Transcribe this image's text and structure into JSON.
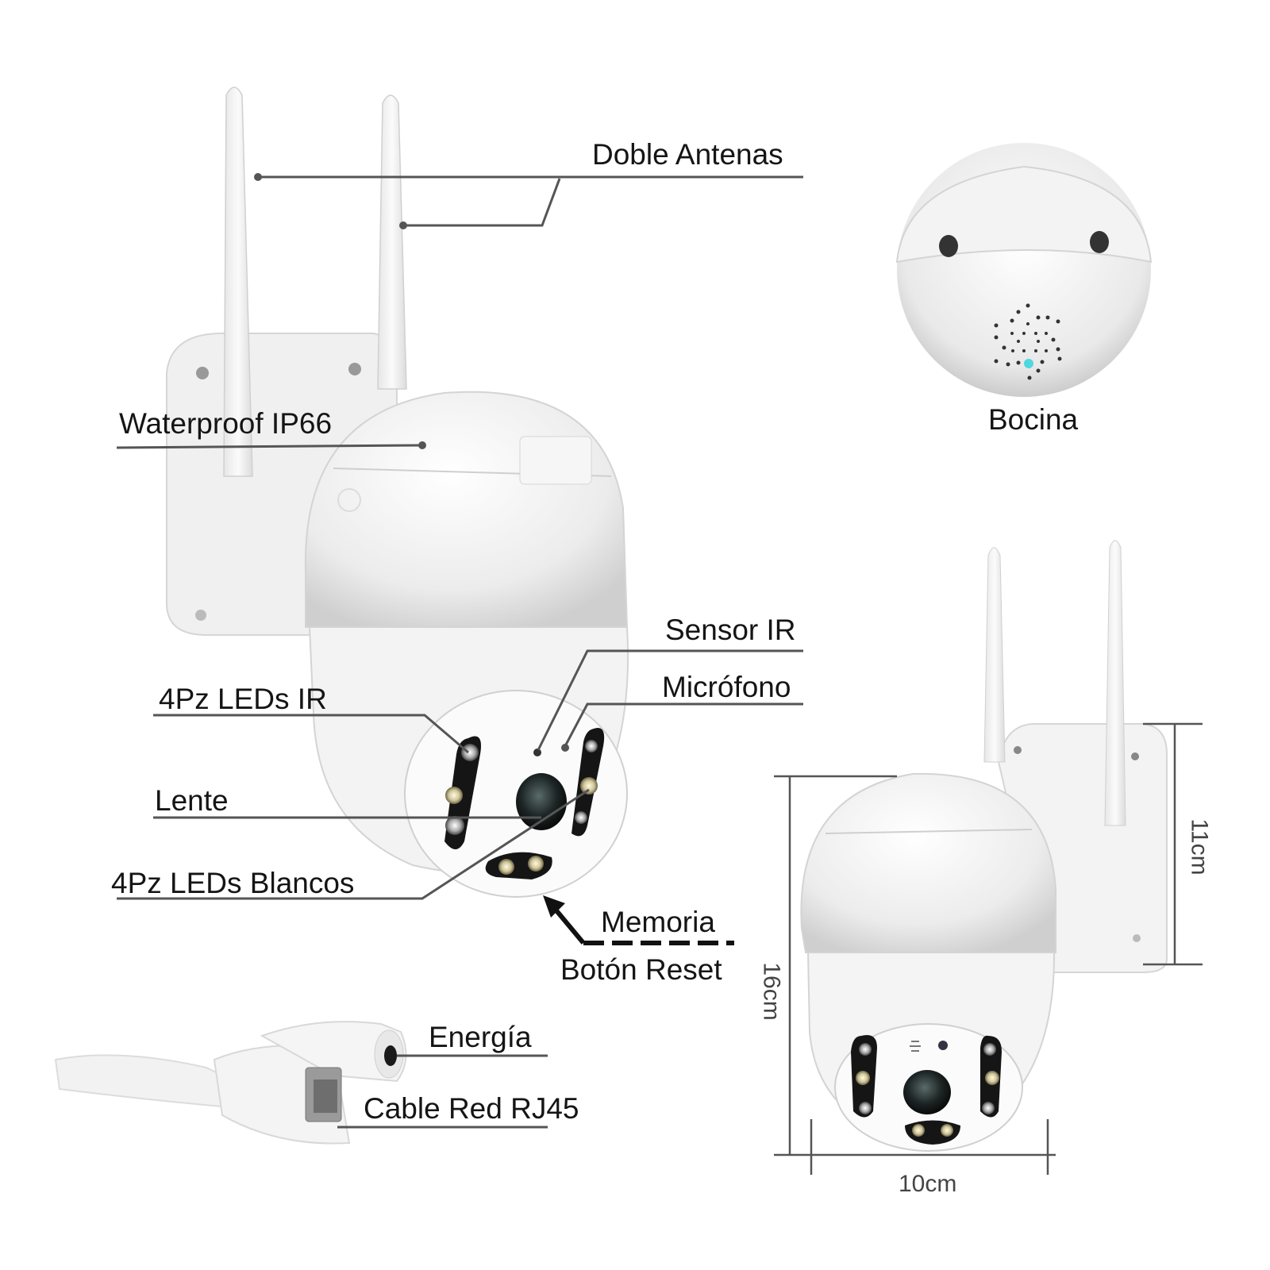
{
  "figure": {
    "background": "#ffffff",
    "subject": "Outdoor PTZ WiFi security camera - annotated features"
  },
  "callouts": {
    "antennas": "Doble Antenas",
    "waterproof": "Waterproof IP66",
    "speaker": "Bocina",
    "ir_sensor": "Sensor IR",
    "microphone": "Micrófono",
    "ir_leds": "4Pz LEDs IR",
    "lens": "Lente",
    "white_leds": "4Pz LEDs Blancos",
    "memory": "Memoria",
    "reset": "Botón Reset",
    "power": "Energía",
    "rj45": "Cable Red RJ45"
  },
  "dimensions": {
    "height": "16cm",
    "bracket_height": "11cm",
    "width": "10cm"
  },
  "colors": {
    "line": "#555555",
    "body": "#f2f2f2",
    "shade": "#d9d9d9",
    "led_dark": "#151515",
    "led_white": "#e8e4c8",
    "indicator": "#4fd8e0"
  }
}
